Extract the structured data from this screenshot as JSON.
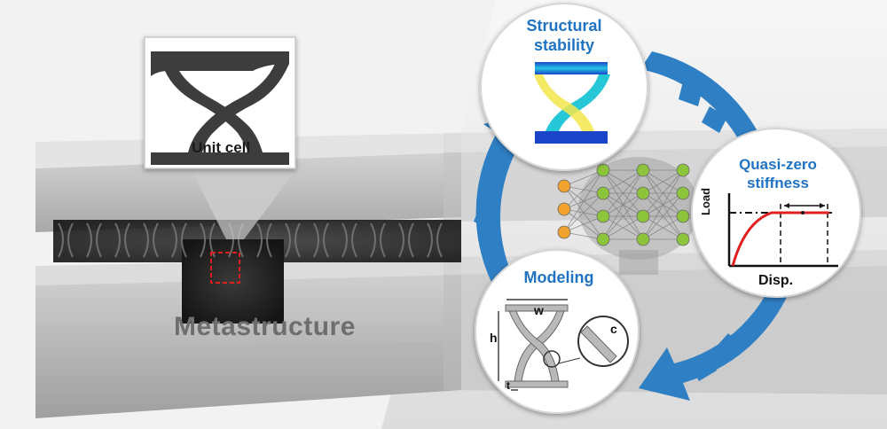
{
  "left_panel": {
    "unit_cell_label": "Unit cell",
    "metastructure_label": "Metastructure"
  },
  "right_panel": {
    "structural_stability": {
      "line1": "Structural",
      "line2": "stability"
    },
    "quasi_zero": {
      "line1": "Quasi-zero",
      "line2": "stiffness",
      "y_axis_label": "Load",
      "x_axis_label": "Disp."
    },
    "modeling": {
      "title": "Modeling",
      "dim_w": "w",
      "dim_h": "h",
      "dim_t": "t",
      "dim_c": "c"
    }
  },
  "colors": {
    "cycle_arrow": "#2f7fc4",
    "title_blue": "#1f73c2",
    "curve_red": "#e02020",
    "unit_cell_frame": "#3a3a3a",
    "highlight_box": "#e02020",
    "nn_input": "#f2a22e",
    "nn_hidden": "#8cc43c"
  },
  "icons": [
    "unit-cell-shape",
    "fem-stress-shape",
    "neural-network",
    "quasi-zero-curve",
    "modeling-sketch",
    "cycle-arrows"
  ]
}
